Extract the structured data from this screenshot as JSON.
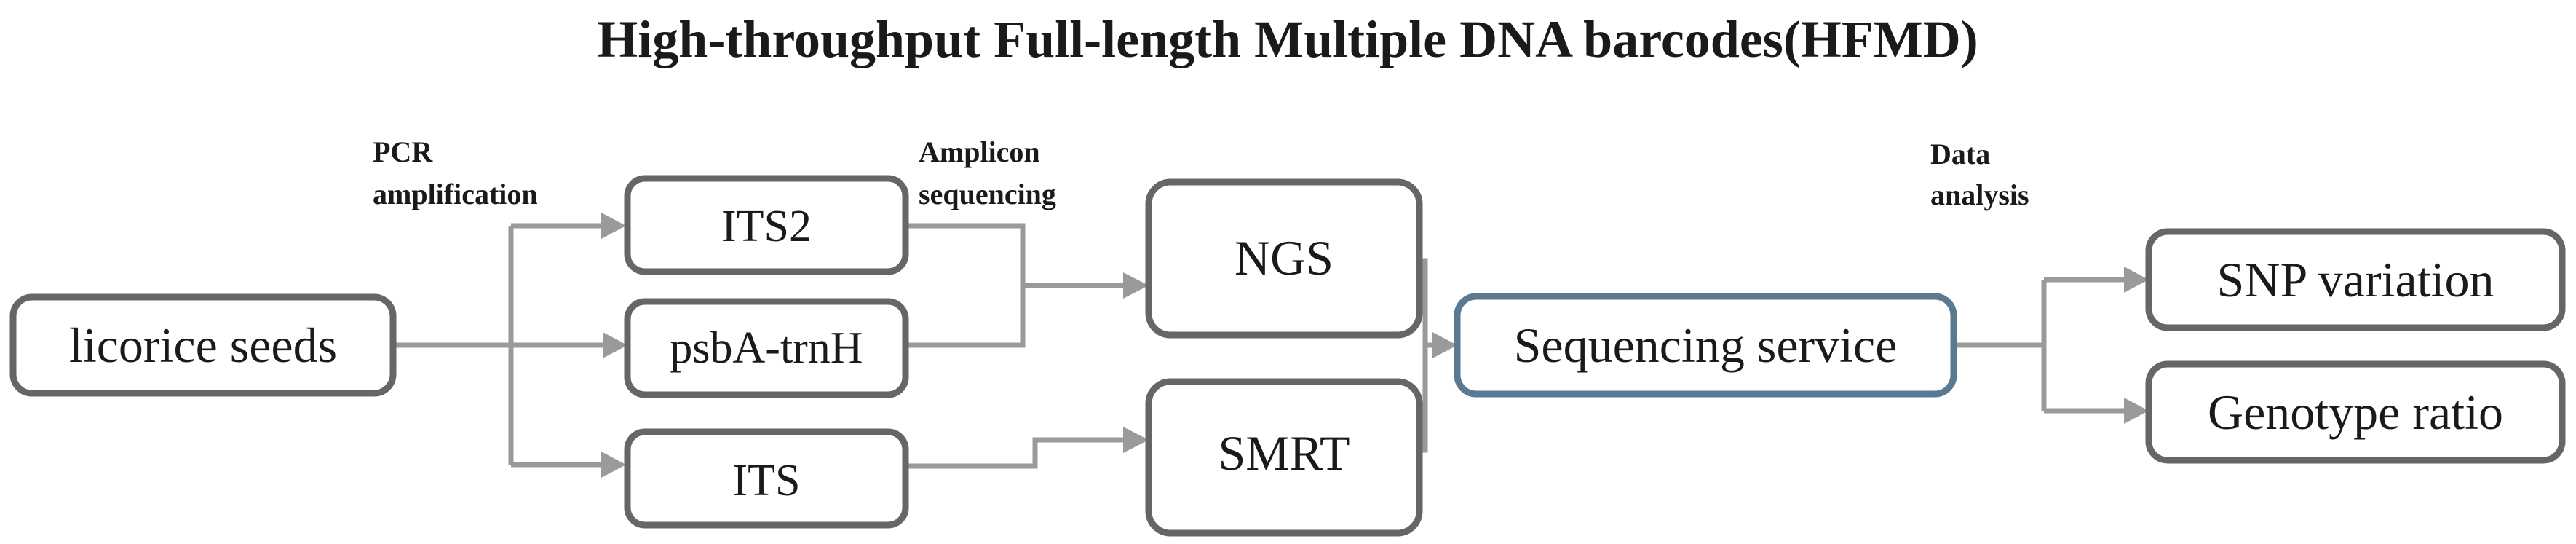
{
  "title": "High-throughput Full-length Multiple DNA barcodes(HFMD)",
  "step_labels": {
    "pcr": [
      "PCR",
      "amplification"
    ],
    "amplicon": [
      "Amplicon",
      "sequencing"
    ],
    "data": [
      "Data",
      "analysis"
    ]
  },
  "nodes": {
    "seeds": "licorice seeds",
    "its2": "ITS2",
    "psba": "psbA-trnH",
    "its": "ITS",
    "ngs": "NGS",
    "smrt": "SMRT",
    "service": "Sequencing service",
    "snp": "SNP variation",
    "genotype": "Genotype ratio"
  },
  "colors": {
    "box_border": "#666666",
    "service_border": "#5a7a92",
    "connector": "#9a9a9a",
    "text": "#1a1a1a"
  }
}
